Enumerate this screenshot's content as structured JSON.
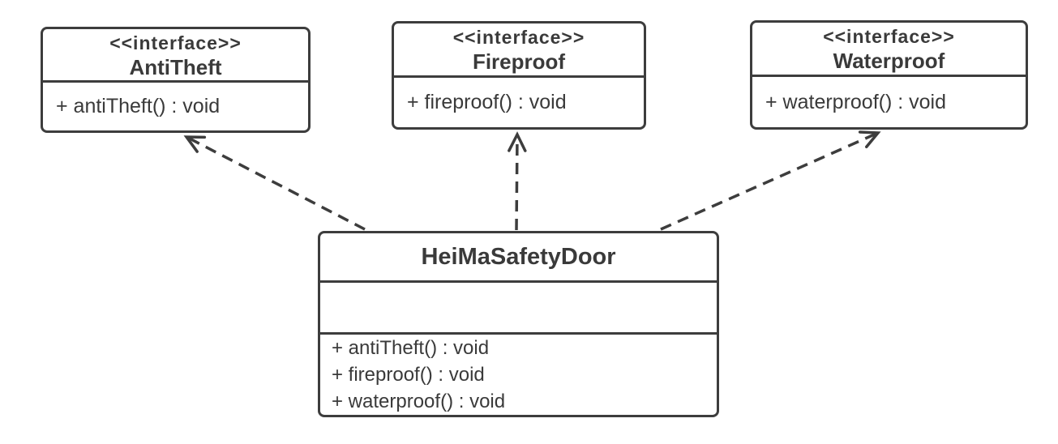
{
  "diagram": {
    "type": "uml-class-diagram",
    "background_color": "#ffffff",
    "stroke_color": "#3d3d3d",
    "text_color": "#3a3a3a"
  },
  "interfaces": [
    {
      "stereotype": "<<interface>>",
      "name": "AntiTheft",
      "methods": [
        "+ antiTheft() : void"
      ]
    },
    {
      "stereotype": "<<interface>>",
      "name": "Fireproof",
      "methods": [
        "+ fireproof() : void"
      ]
    },
    {
      "stereotype": "<<interface>>",
      "name": "Waterproof",
      "methods": [
        "+ waterproof() : void"
      ]
    }
  ],
  "main_class": {
    "name": "HeiMaSafetyDoor",
    "fields": [],
    "methods": [
      "+ antiTheft() : void",
      "+ fireproof() : void",
      "+ waterproof() : void"
    ]
  },
  "relations": [
    {
      "from": "HeiMaSafetyDoor",
      "to": "AntiTheft",
      "line": "dashed",
      "arrow": "open"
    },
    {
      "from": "HeiMaSafetyDoor",
      "to": "Fireproof",
      "line": "dashed",
      "arrow": "open"
    },
    {
      "from": "HeiMaSafetyDoor",
      "to": "Waterproof",
      "line": "dashed",
      "arrow": "open"
    }
  ]
}
